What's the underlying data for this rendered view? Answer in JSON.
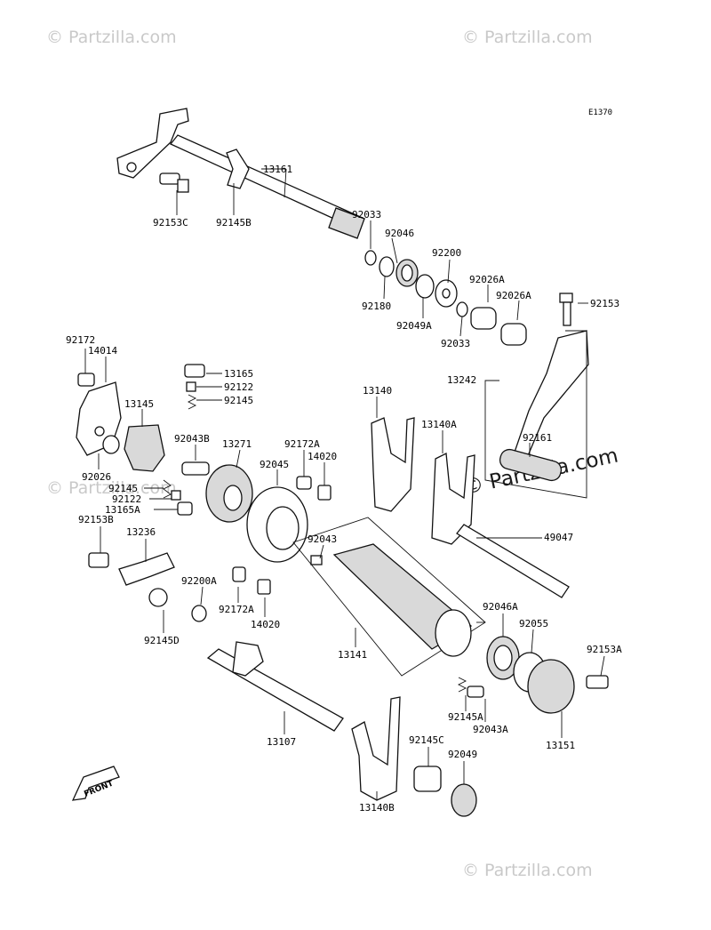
{
  "diagram_code": "E1370",
  "watermarks": [
    "© Partzilla.com",
    "© Partzilla.com",
    "© Partzilla.com",
    "© Partzilla.com"
  ],
  "watermark_main": "© Partzilla.com",
  "front_label": "FRONT",
  "parts": {
    "p13161": "13161",
    "p92153C": "92153C",
    "p92145B": "92145B",
    "p92033a": "92033",
    "p92046": "92046",
    "p92200": "92200",
    "p92180": "92180",
    "p92049A": "92049A",
    "p92033b": "92033",
    "p92026A_1": "92026A",
    "p92026A_2": "92026A",
    "p92153": "92153",
    "p13242": "13242",
    "p92161": "92161",
    "p92172": "92172",
    "p14014": "14014",
    "p13165": "13165",
    "p92122": "92122",
    "p92145": "92145",
    "p13145": "13145",
    "p92043B": "92043B",
    "p13271": "13271",
    "p92172A_1": "92172A",
    "p92045": "92045",
    "p14020_1": "14020",
    "p13140": "13140",
    "p13140A": "13140A",
    "p92026": "92026",
    "p92145_2": "92145",
    "p92122_2": "92122",
    "p13165A": "13165A",
    "p92153B": "92153B",
    "p13236": "13236",
    "p92043": "92043",
    "p49047": "49047",
    "p92200A": "92200A",
    "p92172A_2": "92172A",
    "p14020_2": "14020",
    "p92145D": "92145D",
    "p92046A": "92046A",
    "p92055": "92055",
    "p92153A": "92153A",
    "p13141": "13141",
    "p92145A": "92145A",
    "p92043A": "92043A",
    "p13151": "13151",
    "p13107": "13107",
    "p92145C": "92145C",
    "p92049": "92049",
    "p13140B": "13140B"
  }
}
